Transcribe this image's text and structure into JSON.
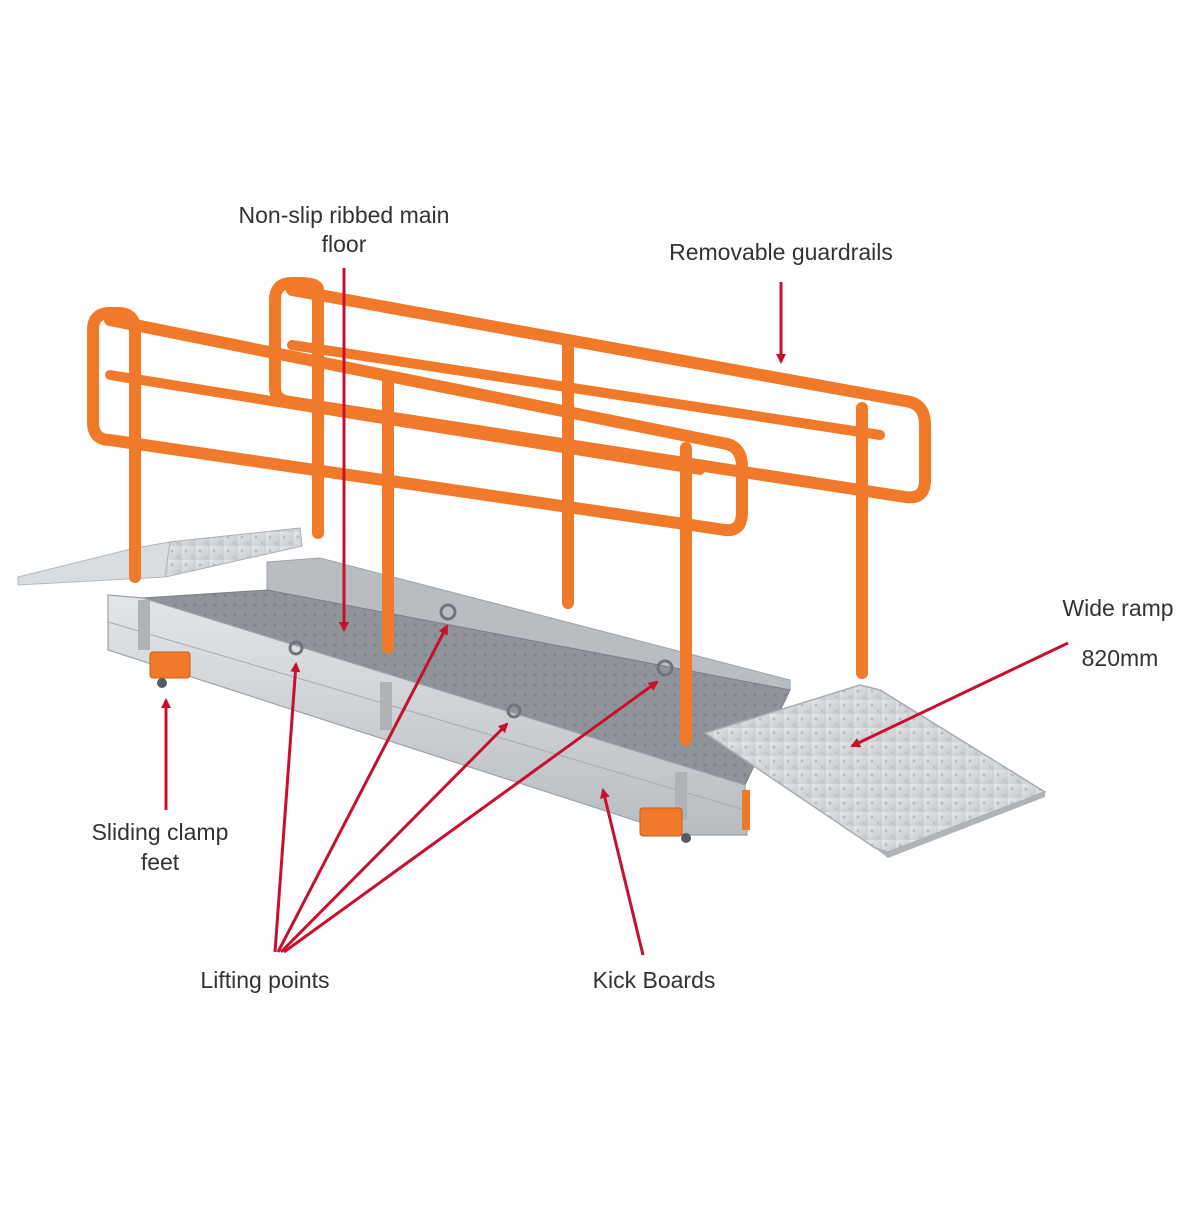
{
  "labels": {
    "floor_line1": "Non-slip ribbed main",
    "floor_line2": "floor",
    "guardrails": "Removable guardrails",
    "ramp_line1": "Wide ramp",
    "ramp_line2": "820mm",
    "clamp_line1": "Sliding clamp",
    "clamp_line2": "feet",
    "lifting": "Lifting points",
    "kick": "Kick Boards"
  },
  "colors": {
    "rail": "#F07A2A",
    "arrow": "#C8102E",
    "aluminium": "#C9CDD2",
    "deck": "#8E949A",
    "ramp": "#D5D8DB",
    "label": "#333333"
  }
}
